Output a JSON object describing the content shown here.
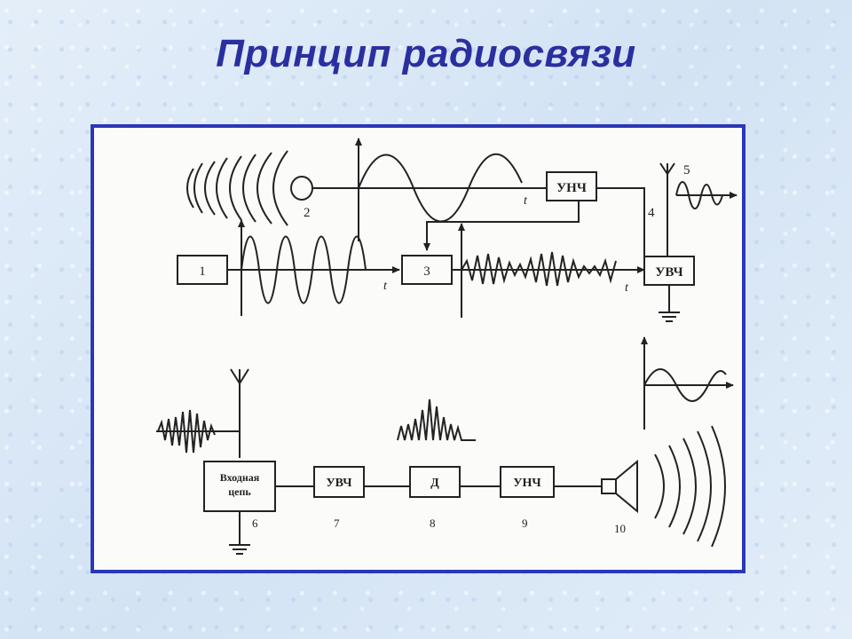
{
  "title": "Принцип радиосвязи",
  "transmitter": {
    "block_1": "1",
    "block_3": "3",
    "block_unch": "УНЧ",
    "block_uvch": "УВЧ",
    "mic_number": "2",
    "antenna_number": "5",
    "node_number": "4",
    "time_label": "t"
  },
  "receiver": {
    "input_line1": "Входная",
    "input_line2": "цепь",
    "block_uvch": "УВЧ",
    "block_d": "Д",
    "block_unch": "УНЧ",
    "numbers": [
      "6",
      "7",
      "8",
      "9",
      "10"
    ]
  },
  "colors": {
    "title": "#2a2fa0",
    "frame": "#2b37b8"
  }
}
